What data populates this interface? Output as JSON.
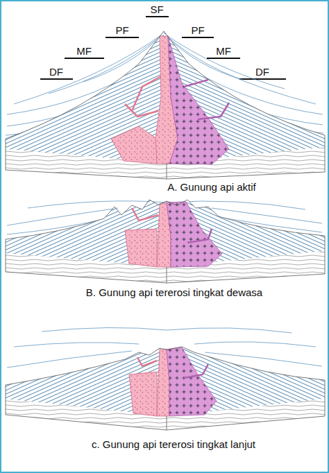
{
  "diagram": {
    "labels": [
      "SF",
      "PF",
      "PF",
      "MF",
      "MF",
      "DF",
      "DF",
      "A. Gunung api aktif",
      "B. Gunung api tererosi tingkat dewasa",
      "c. Gunung api tererosi tingkat lanjut"
    ]
  }
}
